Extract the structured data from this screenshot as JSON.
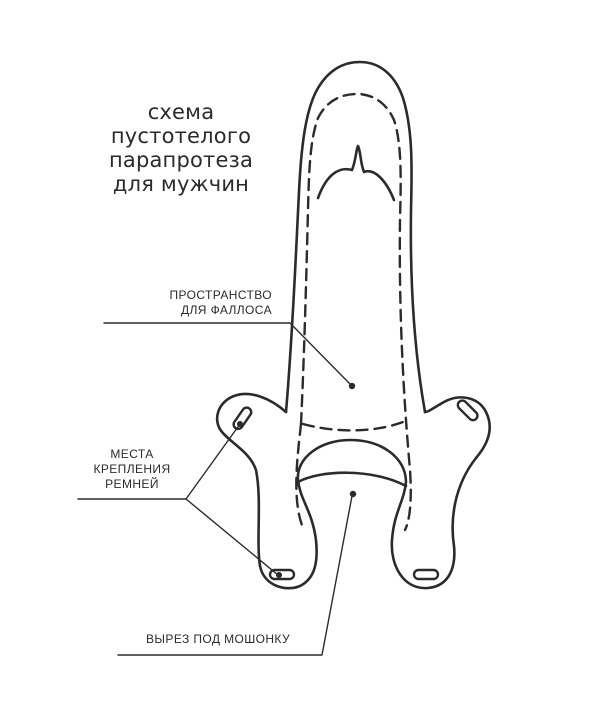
{
  "title": {
    "lines": [
      "схема",
      "пустотелого",
      "парапротеза",
      "для мужчин"
    ]
  },
  "labels": {
    "phallus_space": [
      "ПРОСТРАНСТВО",
      "ДЛЯ ФАЛЛОСА"
    ],
    "strap_points": [
      "МЕСТА",
      "КРЕПЛЕНИЯ",
      "РЕМНЕЙ"
    ],
    "scrotum_cutout": "ВЫРЕЗ ПОД МОШОНКУ"
  },
  "colors": {
    "stroke": "#2b2b2b",
    "background": "#ffffff"
  }
}
